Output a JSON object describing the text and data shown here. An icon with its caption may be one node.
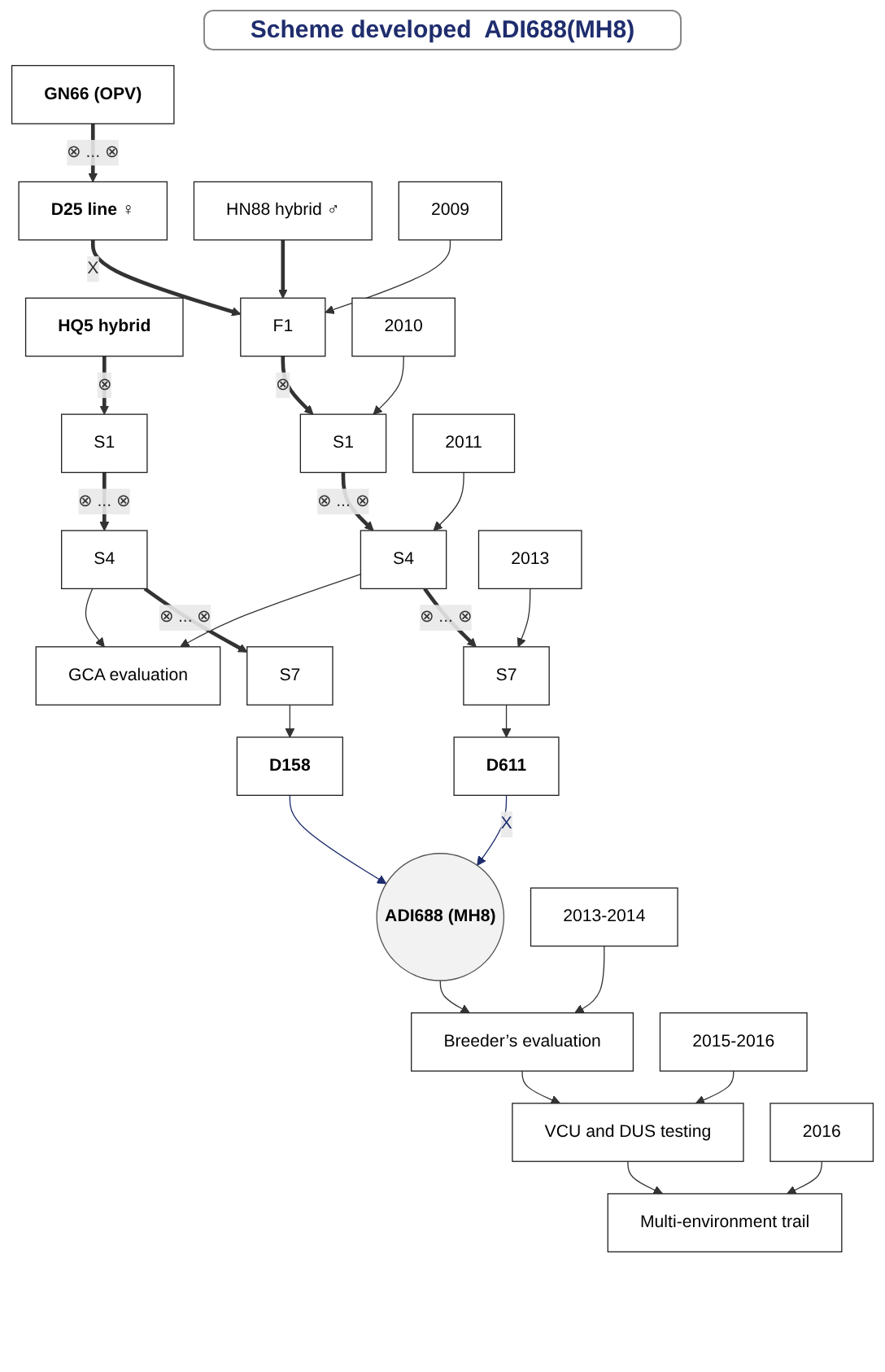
{
  "diagram": {
    "title": "Scheme developed  ADI688(MH8)",
    "nodes": [
      {
        "text": [
          "GN66  (OPV)"
        ]
      },
      {
        "text": [
          "D25 line ♀"
        ]
      },
      {
        "text": [
          "HN88 hybrid ♂"
        ]
      },
      {
        "text": [
          "HQ5 hybrid"
        ]
      },
      {
        "text": [
          "2009"
        ]
      },
      {
        "text": [
          "F1"
        ]
      },
      {
        "text": [
          "2010"
        ]
      },
      {
        "text": [
          "S1"
        ]
      },
      {
        "text": [
          "S1"
        ]
      },
      {
        "text": [
          "2011"
        ]
      },
      {
        "text": [
          "S4"
        ]
      },
      {
        "text": [
          "GCA evaluation"
        ]
      },
      {
        "text": [
          "S4"
        ]
      },
      {
        "text": [
          "2013"
        ]
      },
      {
        "text": [
          "S7"
        ]
      },
      {
        "text": [
          "D611"
        ]
      },
      {
        "text": [
          "D158"
        ]
      },
      {
        "text": [
          "S7"
        ]
      },
      {
        "text": [
          "ADI688 (MH8)"
        ]
      },
      {
        "text": [
          "2013-2014"
        ]
      },
      {
        "text": [
          "Breeder’s evaluation"
        ]
      },
      {
        "text": [
          "2015-2016"
        ]
      },
      {
        "text": [
          "VCU and DUS testing"
        ]
      },
      {
        "text": [
          "2016"
        ]
      },
      {
        "text": [
          "Multi-environment trail"
        ]
      }
    ],
    "edges": [
      {
        "from": 0,
        "to": 1,
        "arrow": "to",
        "style": "thick",
        "label": "⊗ ... ⊗"
      },
      {
        "from": 1,
        "to": 5,
        "arrow": "to",
        "style": "thick",
        "label": "X"
      },
      {
        "from": 2,
        "to": 5,
        "arrow": "to",
        "style": "thick"
      },
      {
        "from": 4,
        "to": 5,
        "arrow": "to"
      },
      {
        "from": 5,
        "to": 7,
        "arrow": "to",
        "style": "thick",
        "label": "⊗"
      },
      {
        "from": 6,
        "to": 7,
        "arrow": "to"
      },
      {
        "from": 7,
        "to": 10,
        "arrow": "to",
        "style": "thick",
        "label": "⊗ ... ⊗"
      },
      {
        "from": 9,
        "to": 10,
        "arrow": "to"
      },
      {
        "from": 10,
        "to": 11,
        "arrow": "to"
      },
      {
        "from": 12,
        "to": 11,
        "arrow": "to"
      },
      {
        "from": 10,
        "to": 14,
        "arrow": "to",
        "style": "thick",
        "label": "⊗ ... ⊗"
      },
      {
        "from": 13,
        "to": 14,
        "arrow": "to"
      },
      {
        "from": 14,
        "to": 15,
        "arrow": "to"
      },
      {
        "from": 3,
        "to": 8,
        "arrow": "to",
        "style": "thick",
        "label": "⊗"
      },
      {
        "from": 8,
        "to": 12,
        "arrow": "to",
        "style": "thick",
        "label": "⊗ ... ⊗"
      },
      {
        "from": 12,
        "to": 17,
        "arrow": "to",
        "style": "thick",
        "label": "⊗ ... ⊗"
      },
      {
        "from": 17,
        "to": 16,
        "arrow": "to"
      },
      {
        "from": 15,
        "to": 18,
        "arrow": "to",
        "label": "X",
        "color": "#1f2d6e"
      },
      {
        "from": 16,
        "to": 18,
        "arrow": "to",
        "color": "#1f2d6e"
      },
      {
        "from": 18,
        "to": 20,
        "arrow": "to"
      },
      {
        "from": 19,
        "to": 20,
        "arrow": "to"
      },
      {
        "from": 20,
        "to": 22,
        "arrow": "to"
      },
      {
        "from": 21,
        "to": 22,
        "arrow": "to"
      },
      {
        "from": 22,
        "to": 24,
        "arrow": "to"
      },
      {
        "from": 23,
        "to": 24,
        "arrow": "to"
      }
    ]
  }
}
